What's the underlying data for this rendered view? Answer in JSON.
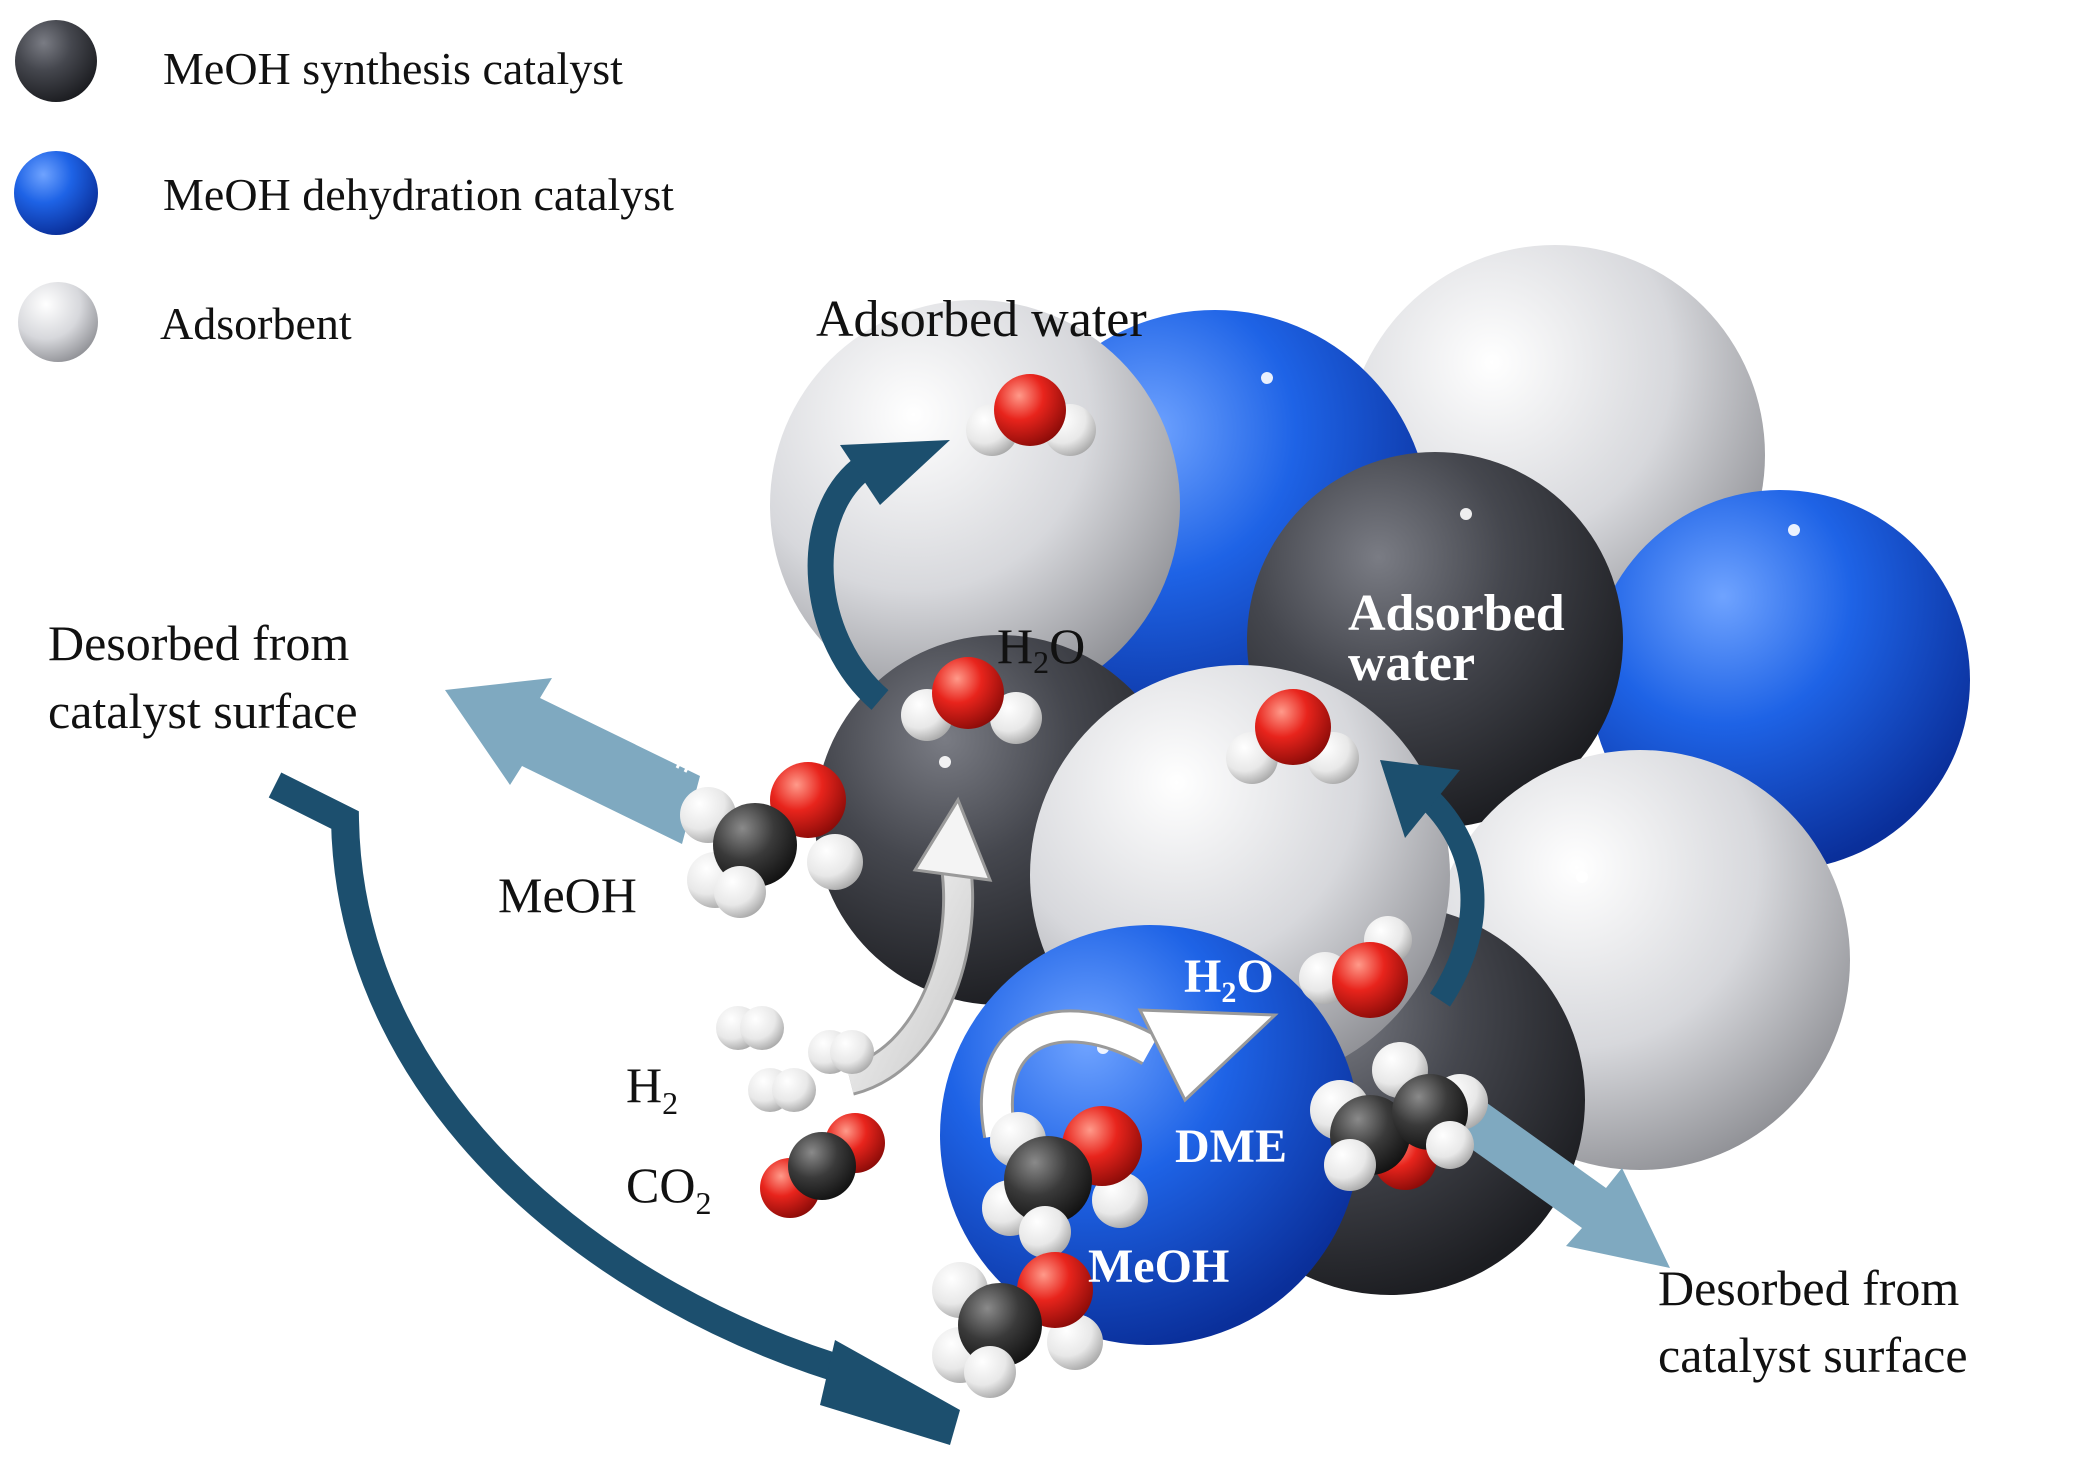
{
  "legend": {
    "items": [
      {
        "label": "MeOH synthesis catalyst",
        "color": "#3a3b40"
      },
      {
        "label": "MeOH dehydration catalyst",
        "color": "#1f5fe0"
      },
      {
        "label": "Adsorbent",
        "color": "#d8d9dc"
      }
    ]
  },
  "labels": {
    "adsorbed_water_top": "Adsorbed water",
    "adsorbed_water_dark_line1": "Adsorbed",
    "adsorbed_water_dark_line2": "water",
    "desorbed_left_line1": "Desorbed from",
    "desorbed_left_line2": "catalyst surface",
    "desorbed_right_line1": "Desorbed from",
    "desorbed_right_line2": "catalyst surface",
    "meoh_left": "MeOH",
    "meoh_bottom": "MeOH",
    "dme": "DME",
    "h2o_top_main": "H",
    "h2o_top_sub": "2",
    "h2o_top_tail": "O",
    "h2o_blue_main": "H",
    "h2o_blue_sub": "2",
    "h2o_blue_tail": "O",
    "h2_main": "H",
    "h2_sub": "2",
    "co2_main": "CO",
    "co2_sub": "2"
  },
  "colors": {
    "synthesis_catalyst": "#3a3b40",
    "dehydration_catalyst": "#1f5fe0",
    "adsorbent": "#d8d9dc",
    "oxygen_atom": "#e02020",
    "carbon_atom": "#333333",
    "hydrogen_atom": "#f2f2f2",
    "curved_arrow": "#1c4f6e",
    "desorb_arrow": "#7fa9c0"
  }
}
